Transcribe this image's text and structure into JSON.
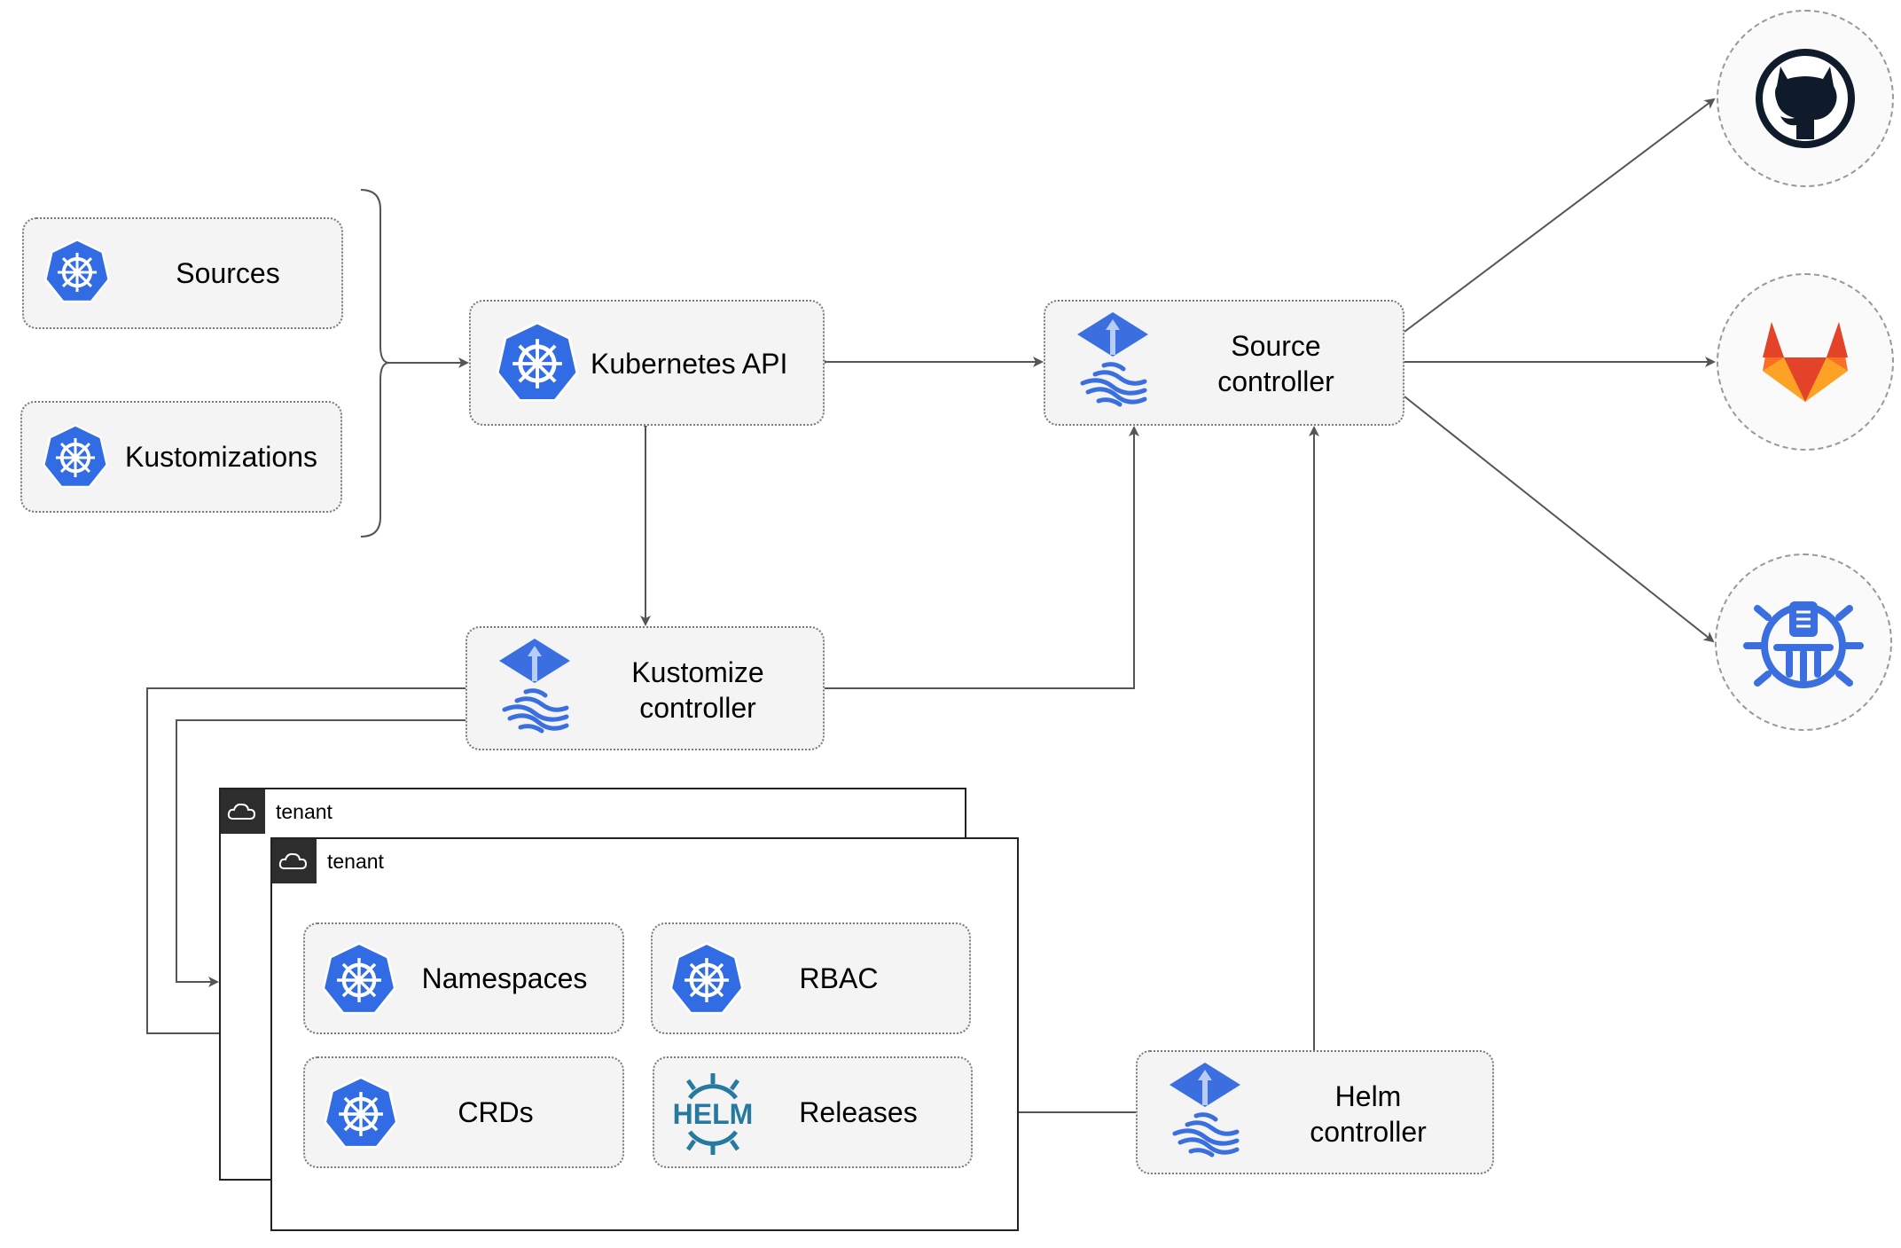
{
  "nodes": {
    "sources": "Sources",
    "kustomizations": "Kustomizations",
    "kubernetes_api": "Kubernetes API",
    "source_controller": [
      "Source",
      "controller"
    ],
    "kustomize_controller": [
      "Kustomize",
      "controller"
    ],
    "helm_controller": [
      "Helm",
      "controller"
    ],
    "namespaces": "Namespaces",
    "rbac": "RBAC",
    "crds": "CRDs",
    "releases": "Releases",
    "helm_logo": "HELM"
  },
  "tenants": [
    "tenant",
    "tenant"
  ],
  "external": [
    "github-icon",
    "gitlab-icon",
    "bucket-icon"
  ],
  "colors": {
    "k8s_blue": "#326ce5",
    "flux_blue": "#3b6fe0",
    "helm_blue": "#277a9f",
    "gitlab_orange": "#e24329",
    "github_dark": "#0f1b2a",
    "box_fill": "#f4f4f4"
  }
}
